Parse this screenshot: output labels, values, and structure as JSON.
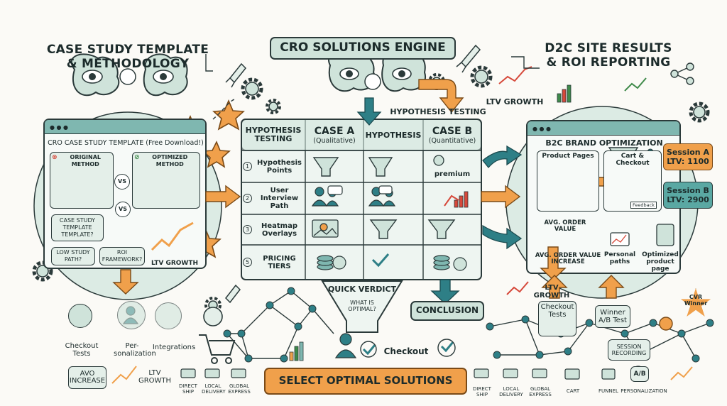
{
  "headings": {
    "left_line1": "CASE STUDY TEMPLATE",
    "left_line2": "& METHODOLOGY",
    "center": "CRO SOLUTIONS ENGINE",
    "right_line1": "D2C SITE RESULTS",
    "right_line2": "& ROI REPORTING"
  },
  "left_panel": {
    "window_title": "CRO CASE STUDY TEMPLATE (Free Download!)",
    "original_method": "ORIGINAL METHOD",
    "optimized_method": "OPTIMIZED METHOD",
    "vs": "VS",
    "q_template": "CASE STUDY TEMPLATE TEMPLATE?",
    "q_path": "LOW STUDY PATH?",
    "q_roi": "ROI FRAMEWORK?",
    "ltv_growth": "LTV GROWTH"
  },
  "left_bottom": {
    "checkout_tests": "Checkout Tests",
    "personalization": "Per-sonalization",
    "integrations": "Integrations",
    "avo_increase": "AVO INCREASE",
    "ltv_growth": "LTV GROWTH",
    "direct_ship": "DIRECT SHIP",
    "local_delivery": "LOCAL DELIVERY",
    "global_express": "GLOBAL EXPRESS"
  },
  "center": {
    "hypothesis_testing_label": "HYPOTHESIS TESTING",
    "ltv_growth": "LTV GROWTH",
    "table_headers": {
      "col1": "HYPOTHESIS TESTING",
      "col2_title": "CASE A",
      "col2_sub": "(Qualitative)",
      "col3": "HYPOTHESIS",
      "col4_title": "CASE B",
      "col4_sub": "(Quantitative)"
    },
    "rows": [
      {
        "num": "1",
        "label": "Hypothesis Points",
        "extra": "premium"
      },
      {
        "num": "2",
        "label": "User Interview Path"
      },
      {
        "num": "3",
        "label": "Heatmap Overlays"
      },
      {
        "num": "5",
        "label": "PRICING TIERS"
      }
    ],
    "quick_verdict": "QUICK VERDICT",
    "what_is_optimal": "WHAT IS OPTIMAL?",
    "conclusion": "CONCLUSION",
    "checkout": "Checkout",
    "select_optimal": "SELECT OPTIMAL SOLUTIONS"
  },
  "right_panel": {
    "window_title": "B2C BRAND OPTIMIZATION",
    "product_pages": "Product Pages",
    "cart_checkout": "Cart & Checkout",
    "feedback": "Feedback",
    "avg_order_value": "AVG. ORDER VALUE",
    "avg_order_value_increase": "AVG. ORDER VALUE INCREASE",
    "personal_paths": "Personal paths",
    "optimized_product_page": "Optimized product page",
    "session_a_line1": "Session A",
    "session_a_line2": "LTV: 1100",
    "session_b_line1": "Session B",
    "session_b_line2": "LTV: 2900"
  },
  "right_bottom": {
    "ltv_growth": "LTV GROWTH",
    "checkout_tests": "Checkout Tests",
    "winner_ab": "Winner A/B Test",
    "cvr_winner_1": "CVR",
    "cvr_winner_2": "Winner",
    "session_recording": "SESSION RECORDING",
    "ab": "A/B",
    "direct_ship": "DIRECT SHIP",
    "local_delivery": "LOCAL DELIVERY",
    "global_express": "GLOBAL EXPRESS",
    "cart": "CART",
    "funnel": "FUNNEL",
    "personalization": "PERSONALIZATION"
  },
  "colors": {
    "teal": "#7fb7b0",
    "mint": "#cfe3da",
    "orange": "#f0a04b",
    "dark_teal": "#2e7f86",
    "ink": "#2b3a3a",
    "green_chart": "#3f8a4a",
    "red_chart": "#d6483a"
  }
}
